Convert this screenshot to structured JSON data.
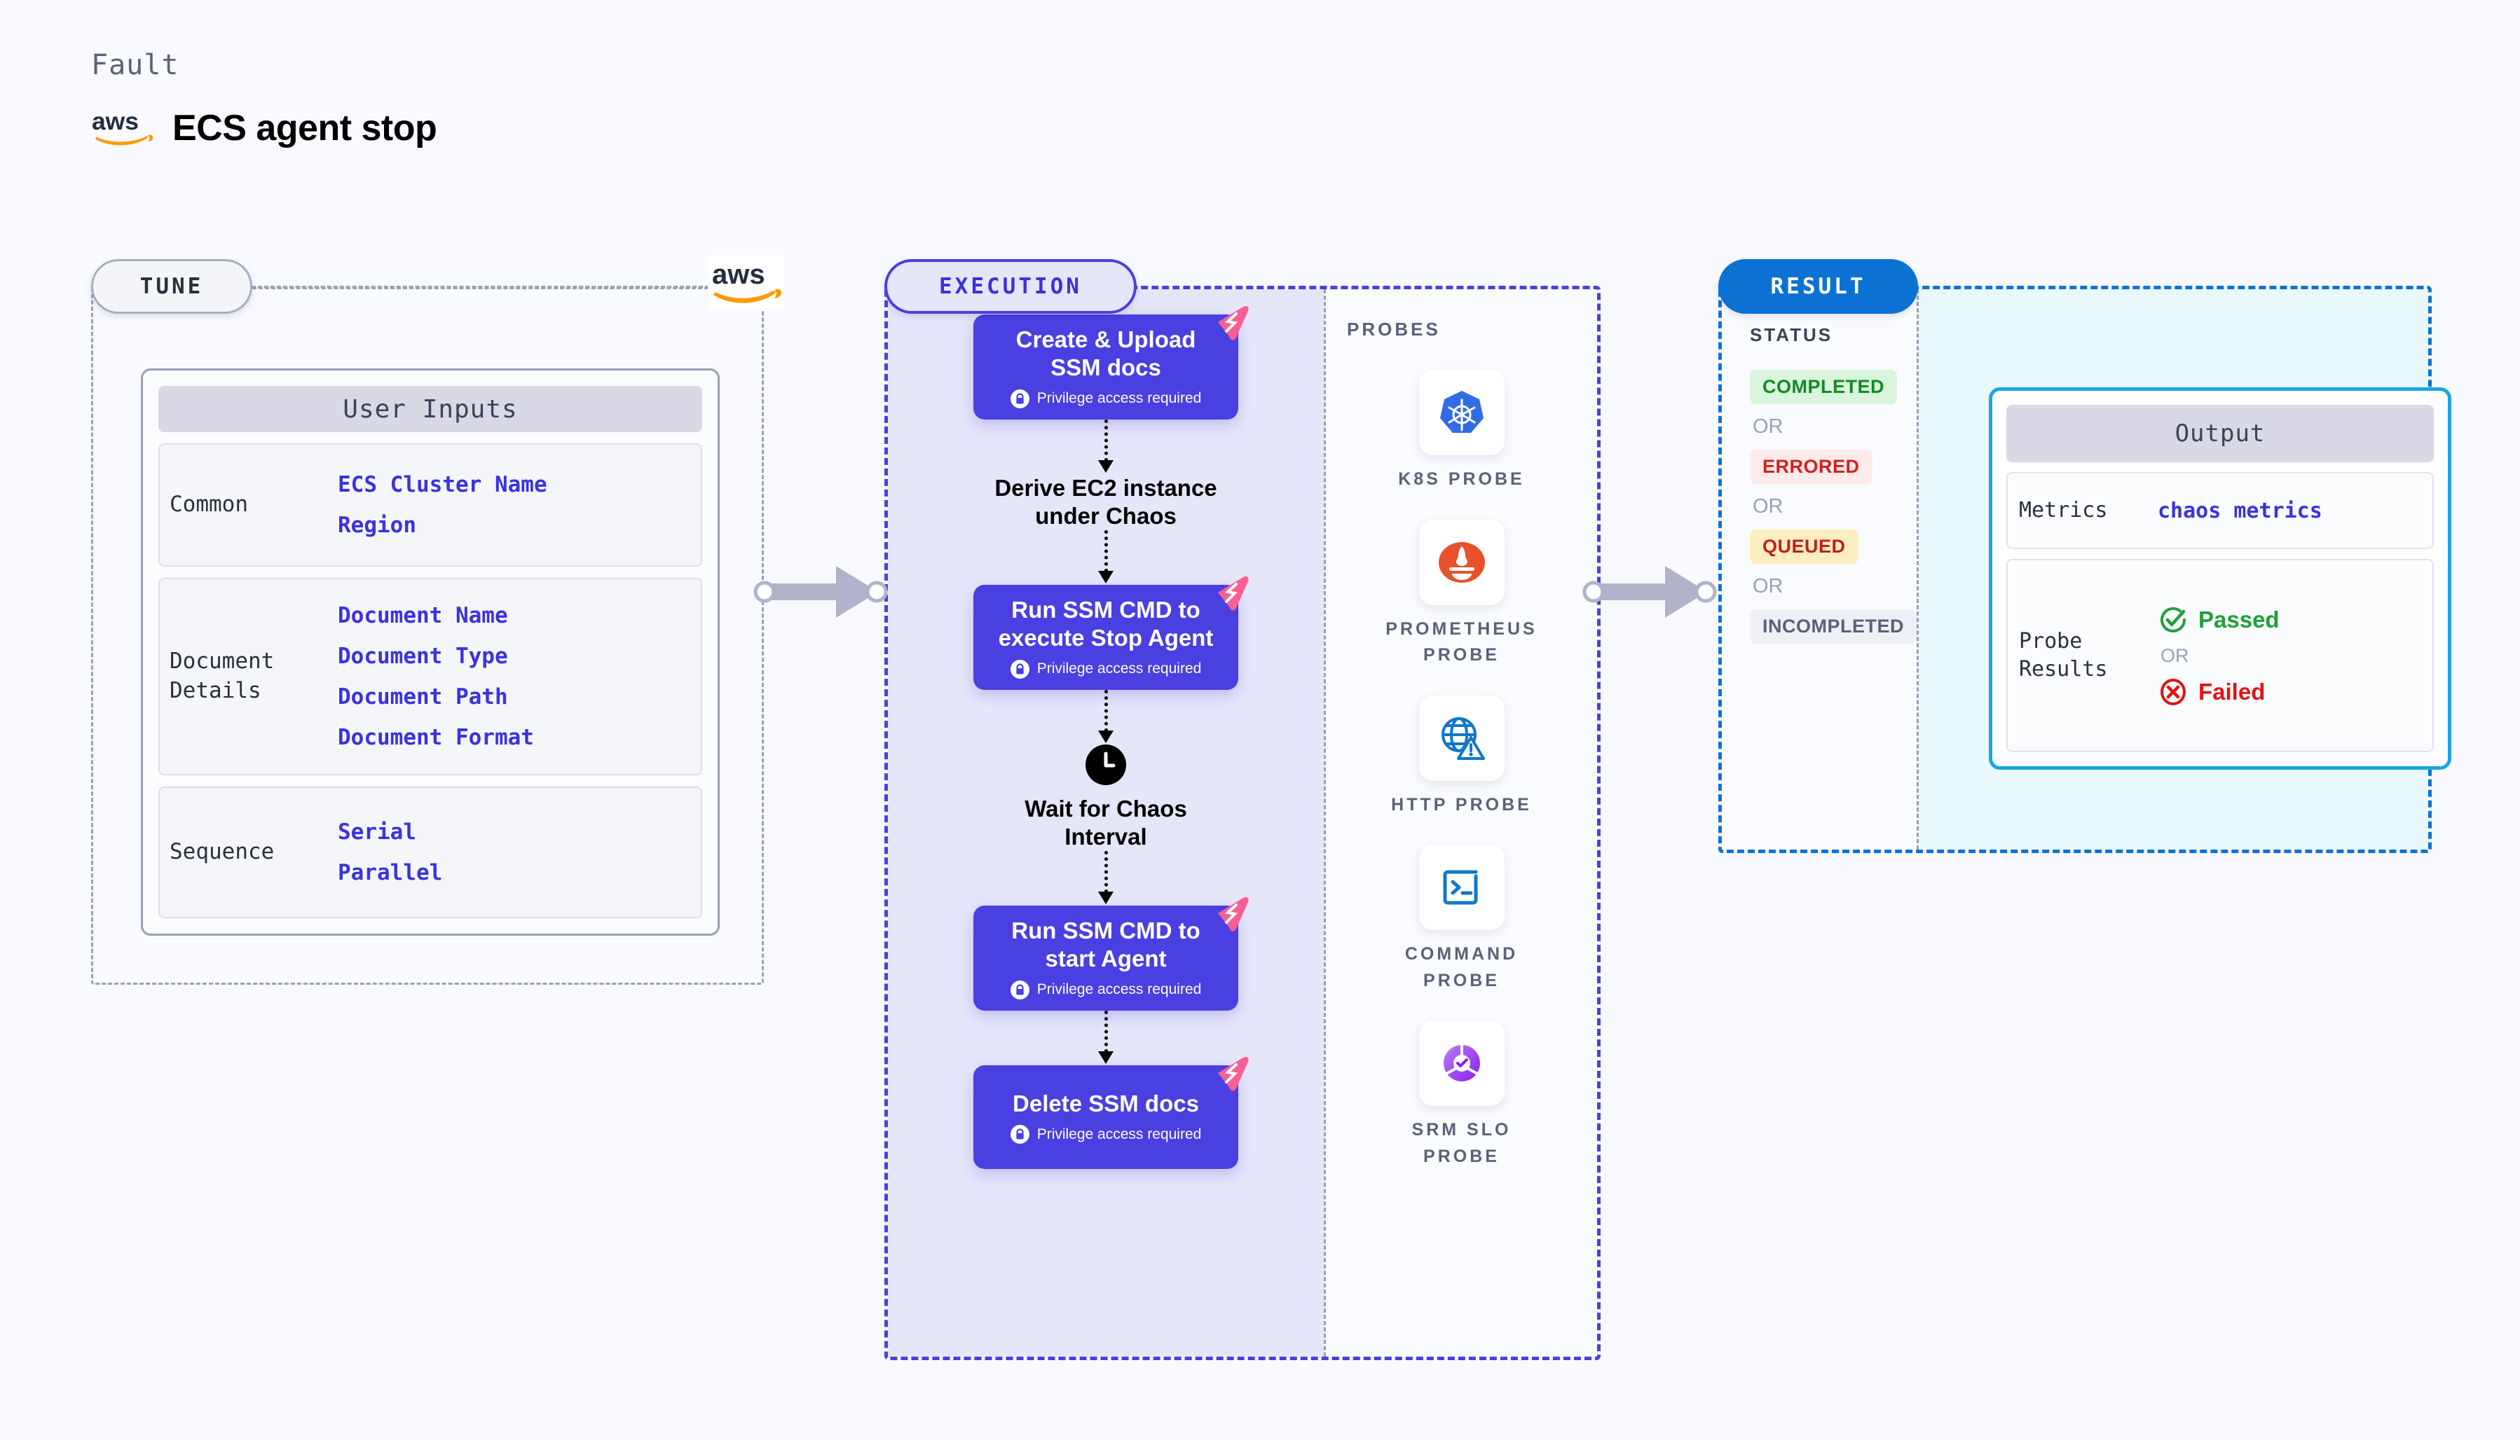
{
  "header": {
    "eyebrow": "Fault",
    "title": "ECS agent stop",
    "logo_icon": "aws-logo-icon"
  },
  "colors": {
    "page_bg": "#f9faff",
    "tune_border": "#9aa0b4",
    "execution_accent": "#4a3fe0",
    "execution_bg": "#e6e6fb",
    "result_accent": "#0b72d4",
    "output_border": "#19a7e0",
    "output_bg": "#e8f8fd",
    "value_blue": "#3b32e0",
    "chaos_pink": "#fa5f92",
    "aws_orange": "#ff9900"
  },
  "tune": {
    "badge": "TUNE",
    "aws_icon": "aws-logo-icon",
    "card_title": "User Inputs",
    "groups": [
      {
        "label": "Common",
        "values": [
          "ECS Cluster Name",
          "Region"
        ]
      },
      {
        "label": "Document\nDetails",
        "values": [
          "Document Name",
          "Document Type",
          "Document Path",
          "Document Format"
        ]
      },
      {
        "label": "Sequence",
        "values": [
          "Serial",
          "Parallel"
        ]
      }
    ]
  },
  "connectors": {
    "arrow_1": "arrow-right-icon",
    "arrow_2": "arrow-right-icon"
  },
  "execution": {
    "badge": "EXECUTION",
    "privilege_note": "Privilege access required",
    "nodes": [
      {
        "kind": "action",
        "title": "Create & Upload\nSSM docs",
        "privilege": true,
        "chaos_badge": true
      },
      {
        "kind": "plain",
        "title": "Derive EC2 instance\nunder Chaos",
        "icon": null
      },
      {
        "kind": "action",
        "title": "Run SSM CMD to\nexecute Stop Agent",
        "privilege": true,
        "chaos_badge": true
      },
      {
        "kind": "plain",
        "title": "Wait for Chaos\nInterval",
        "icon": "clock-icon"
      },
      {
        "kind": "action",
        "title": "Run SSM CMD to\nstart Agent",
        "privilege": true,
        "chaos_badge": true
      },
      {
        "kind": "action",
        "title": "Delete SSM docs",
        "privilege": true,
        "chaos_badge": true
      }
    ],
    "probes_label": "PROBES",
    "probes": [
      {
        "name": "K8S PROBE",
        "icon": "kubernetes-icon"
      },
      {
        "name": "PROMETHEUS PROBE",
        "icon": "prometheus-icon"
      },
      {
        "name": "HTTP PROBE",
        "icon": "http-globe-warning-icon"
      },
      {
        "name": "COMMAND PROBE",
        "icon": "terminal-icon"
      },
      {
        "name": "SRM SLO PROBE",
        "icon": "srm-slo-icon"
      }
    ]
  },
  "result": {
    "badge": "RESULT",
    "status_label": "STATUS",
    "or_text": "OR",
    "statuses": [
      {
        "label": "COMPLETED",
        "bg": "#d9f5dc",
        "fg": "#138a22"
      },
      {
        "label": "ERRORED",
        "bg": "#fdeaea",
        "fg": "#d32020"
      },
      {
        "label": "QUEUED",
        "bg": "#fdeec2",
        "fg": "#c02020"
      },
      {
        "label": "INCOMPLETED",
        "bg": "#eef0f6",
        "fg": "#5b6178"
      }
    ],
    "output": {
      "card_title": "Output",
      "metrics_label": "Metrics",
      "metrics_value": "chaos metrics",
      "probe_results_label": "Probe\nResults",
      "passed_label": "Passed",
      "failed_label": "Failed",
      "or_text": "OR",
      "passed_icon": "check-circle-icon",
      "failed_icon": "x-circle-icon"
    }
  }
}
